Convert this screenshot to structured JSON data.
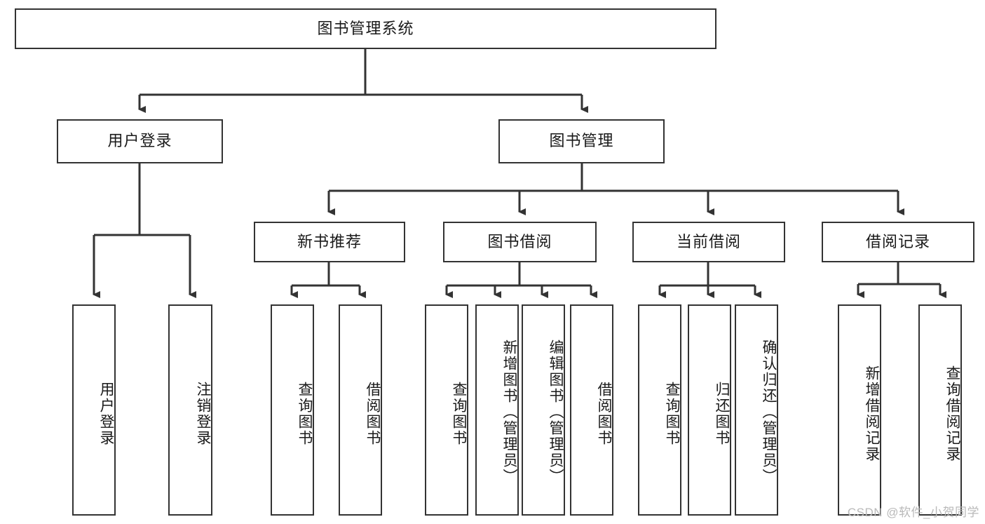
{
  "diagram": {
    "type": "tree-hierarchy",
    "title": "图书管理系统",
    "root": {
      "label": "图书管理系统"
    },
    "level1": [
      {
        "id": "user-login",
        "label": "用户登录"
      },
      {
        "id": "book-manage",
        "label": "图书管理"
      }
    ],
    "level2": [
      {
        "id": "new-book-recommend",
        "label": "新书推荐",
        "parent": "book-manage"
      },
      {
        "id": "book-borrow",
        "label": "图书借阅",
        "parent": "book-manage"
      },
      {
        "id": "current-borrow",
        "label": "当前借阅",
        "parent": "book-manage"
      },
      {
        "id": "borrow-record",
        "label": "借阅记录",
        "parent": "book-manage"
      }
    ],
    "leaves": {
      "user-login": [
        {
          "id": "leaf-user-login",
          "label": "用户登录"
        },
        {
          "id": "leaf-user-logout",
          "label": "注销登录"
        }
      ],
      "new-book-recommend": [
        {
          "id": "leaf-query-book-1",
          "label": "查询图书"
        },
        {
          "id": "leaf-borrow-book-1",
          "label": "借阅图书"
        }
      ],
      "book-borrow": [
        {
          "id": "leaf-query-book-2",
          "label": "查询图书"
        },
        {
          "id": "leaf-add-book",
          "label": "新增图书（管理员）"
        },
        {
          "id": "leaf-edit-book",
          "label": "编辑图书（管理员）"
        },
        {
          "id": "leaf-borrow-book-2",
          "label": "借阅图书"
        }
      ],
      "current-borrow": [
        {
          "id": "leaf-query-book-3",
          "label": "查询图书"
        },
        {
          "id": "leaf-return-book",
          "label": "归还图书"
        },
        {
          "id": "leaf-confirm-return",
          "label": "确认归还（管理员）"
        }
      ],
      "borrow-record": [
        {
          "id": "leaf-add-record",
          "label": "新增借阅记录"
        },
        {
          "id": "leaf-query-record",
          "label": "查询借阅记录"
        }
      ]
    },
    "colors": {
      "stroke": "#333333",
      "fill": "#ffffff",
      "text": "#1a1a1a",
      "watermark": "#b9b9b9"
    }
  },
  "watermark": {
    "text": "CSDN @软件_小贺同学"
  }
}
